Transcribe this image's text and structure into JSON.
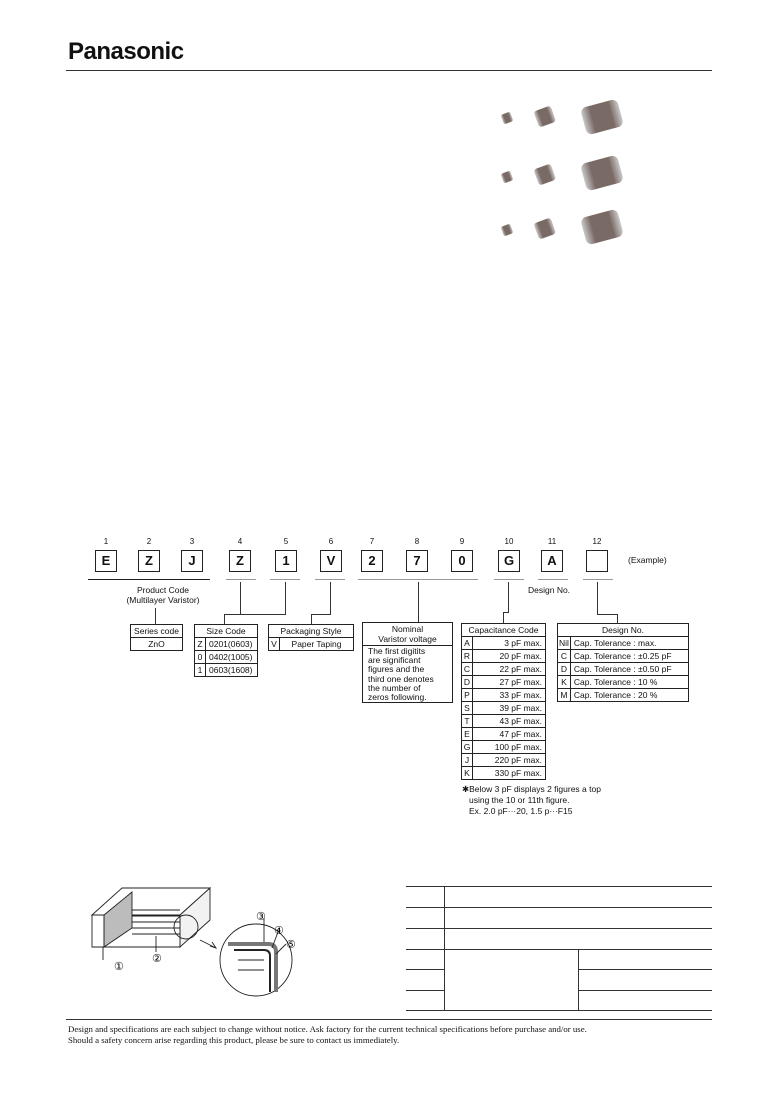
{
  "brand": "Panasonic",
  "part_number": {
    "positions": [
      "1",
      "2",
      "3",
      "4",
      "5",
      "6",
      "7",
      "8",
      "9",
      "10",
      "11",
      "12"
    ],
    "chars": [
      "E",
      "Z",
      "J",
      "Z",
      "1",
      "V",
      "2",
      "7",
      "0",
      "G",
      "A",
      ""
    ],
    "example_label": "(Example)"
  },
  "labels": {
    "product_code": "Product Code",
    "product_code_sub": "(Multilayer Varistor)",
    "design_no": "Design No."
  },
  "series_code": {
    "header": "Series code",
    "value": "ZnO"
  },
  "size_code": {
    "header": "Size Code",
    "rows": [
      {
        "code": "Z",
        "value": "0201(0603)"
      },
      {
        "code": "0",
        "value": "0402(1005)"
      },
      {
        "code": "1",
        "value": "0603(1608)"
      }
    ]
  },
  "packaging": {
    "header": "Packaging Style",
    "code": "V",
    "value": "Paper Taping"
  },
  "nominal": {
    "header1": "Nominal",
    "header2": "Varistor voltage",
    "lines": [
      "The first digitits",
      "are significant",
      "figures and the",
      "third one denotes",
      "the number of",
      "zeros following."
    ]
  },
  "capacitance": {
    "header": "Capacitance Code",
    "rows": [
      {
        "code": "A",
        "value": "3 pF max."
      },
      {
        "code": "R",
        "value": "20 pF max."
      },
      {
        "code": "C",
        "value": "22 pF max."
      },
      {
        "code": "D",
        "value": "27 pF max."
      },
      {
        "code": "P",
        "value": "33 pF max."
      },
      {
        "code": "S",
        "value": "39 pF max."
      },
      {
        "code": "T",
        "value": "43 pF max."
      },
      {
        "code": "E",
        "value": "47 pF max."
      },
      {
        "code": "G",
        "value": "100 pF max."
      },
      {
        "code": "J",
        "value": "220 pF max."
      },
      {
        "code": "K",
        "value": "330 pF max."
      }
    ],
    "notes": [
      "✱Below 3 pF displays 2 figures a top",
      "using the 10 or 11th figure.",
      "Ex. 2.0 pF···20,  1.5 p···F15"
    ]
  },
  "design": {
    "header": "Design No.",
    "rows": [
      {
        "code": "Nil",
        "value": "Cap. Tolerance : max."
      },
      {
        "code": "C",
        "value": "Cap. Tolerance : ±0.25 pF"
      },
      {
        "code": "D",
        "value": "Cap. Tolerance : ±0.50 pF"
      },
      {
        "code": "K",
        "value": "Cap. Tolerance :   10 %"
      },
      {
        "code": "M",
        "value": "Cap. Tolerance :   20 %"
      }
    ]
  },
  "diagram_markers": [
    "①",
    "②",
    "③",
    "④",
    "⑤"
  ],
  "footer": [
    "Design and specifications are each subject to change without notice.  Ask factory for the current technical specifications before purchase and/or use.",
    "Should a safety concern arise regarding this product, please be sure to contact us immediately."
  ]
}
